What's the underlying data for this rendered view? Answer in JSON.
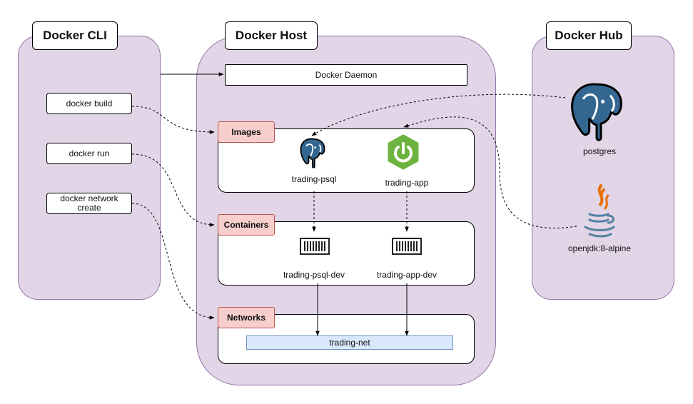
{
  "cli": {
    "title": "Docker CLI",
    "commands": [
      "docker build",
      "docker run",
      "docker network\ncreate"
    ]
  },
  "host": {
    "title": "Docker Host",
    "daemon": "Docker Daemon",
    "images": {
      "tag": "Images",
      "items": [
        "trading-psql",
        "trading-app"
      ]
    },
    "containers": {
      "tag": "Containers",
      "items": [
        "trading-psql-dev",
        "trading-app-dev"
      ]
    },
    "networks": {
      "tag": "Networks",
      "net": "trading-net"
    }
  },
  "hub": {
    "title": "Docker Hub",
    "images": [
      "postgres",
      "openjdk:8-alpine"
    ]
  },
  "colors": {
    "panel": "#e1d5e7",
    "panel_border": "#9673a6",
    "tag": "#f8cecc",
    "tag_border": "#b85450",
    "network": "#dae8fc",
    "network_border": "#6c8ebf",
    "postgres": "#336791",
    "spring": "#6db33f",
    "java_orange": "#e76f00",
    "java_blue": "#5382a1"
  },
  "icons": [
    "postgres-elephant-icon",
    "spring-power-icon",
    "container-icon",
    "java-cup-icon"
  ]
}
